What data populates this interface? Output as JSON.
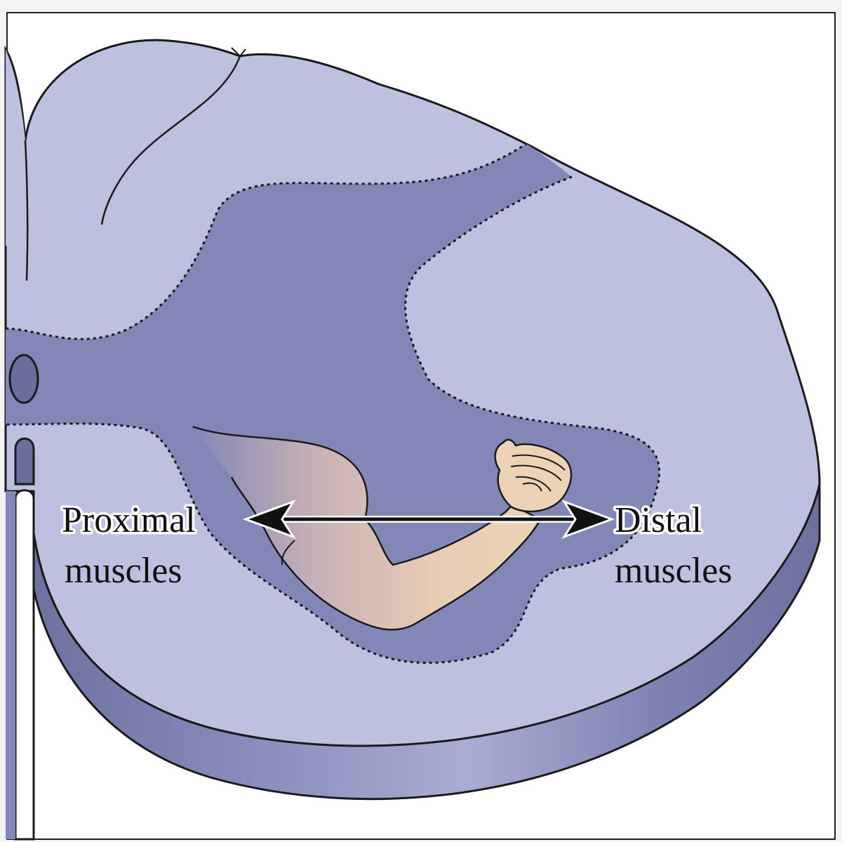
{
  "labels": {
    "proximal_line1": "Proximal",
    "proximal_line2": "muscles",
    "distal_line1": "Distal",
    "distal_line2": "muscles"
  },
  "colors": {
    "white_matter": "#bdc0de",
    "gray_matter": "#8387b8",
    "slab_side": "#7d81b0",
    "central_canal": "#6a6e9c",
    "outline": "#1a1a1a",
    "skin": "#ecd3b6",
    "arrow": "#111111",
    "background": "#ffffff"
  },
  "icons": {
    "arm": "flexed-arm-icon",
    "arrow": "double-headed-arrow-icon"
  }
}
